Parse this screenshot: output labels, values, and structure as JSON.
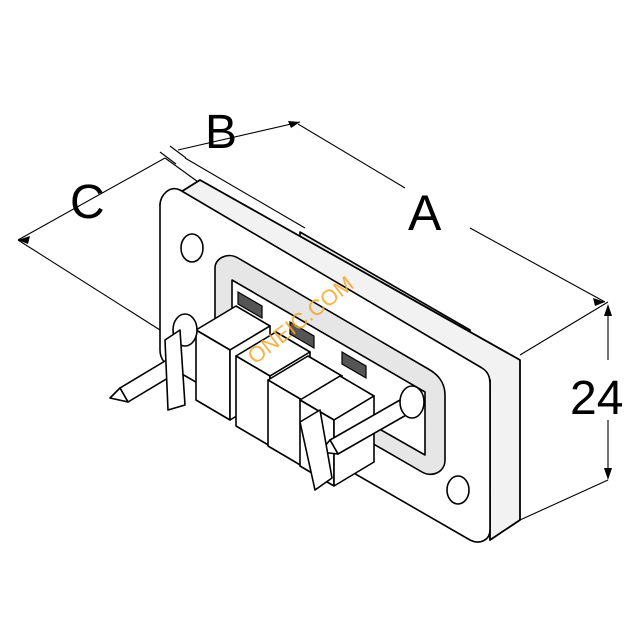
{
  "dimensions": {
    "a_label": "A",
    "b_label": "B",
    "c_label": "C",
    "height_label": "24"
  },
  "watermark": {
    "text": "ONEIC.COM"
  },
  "colors": {
    "line": "#000000",
    "body": "#f2f2f2",
    "face": "#e6e6e6",
    "watermark": "#f5a623"
  }
}
